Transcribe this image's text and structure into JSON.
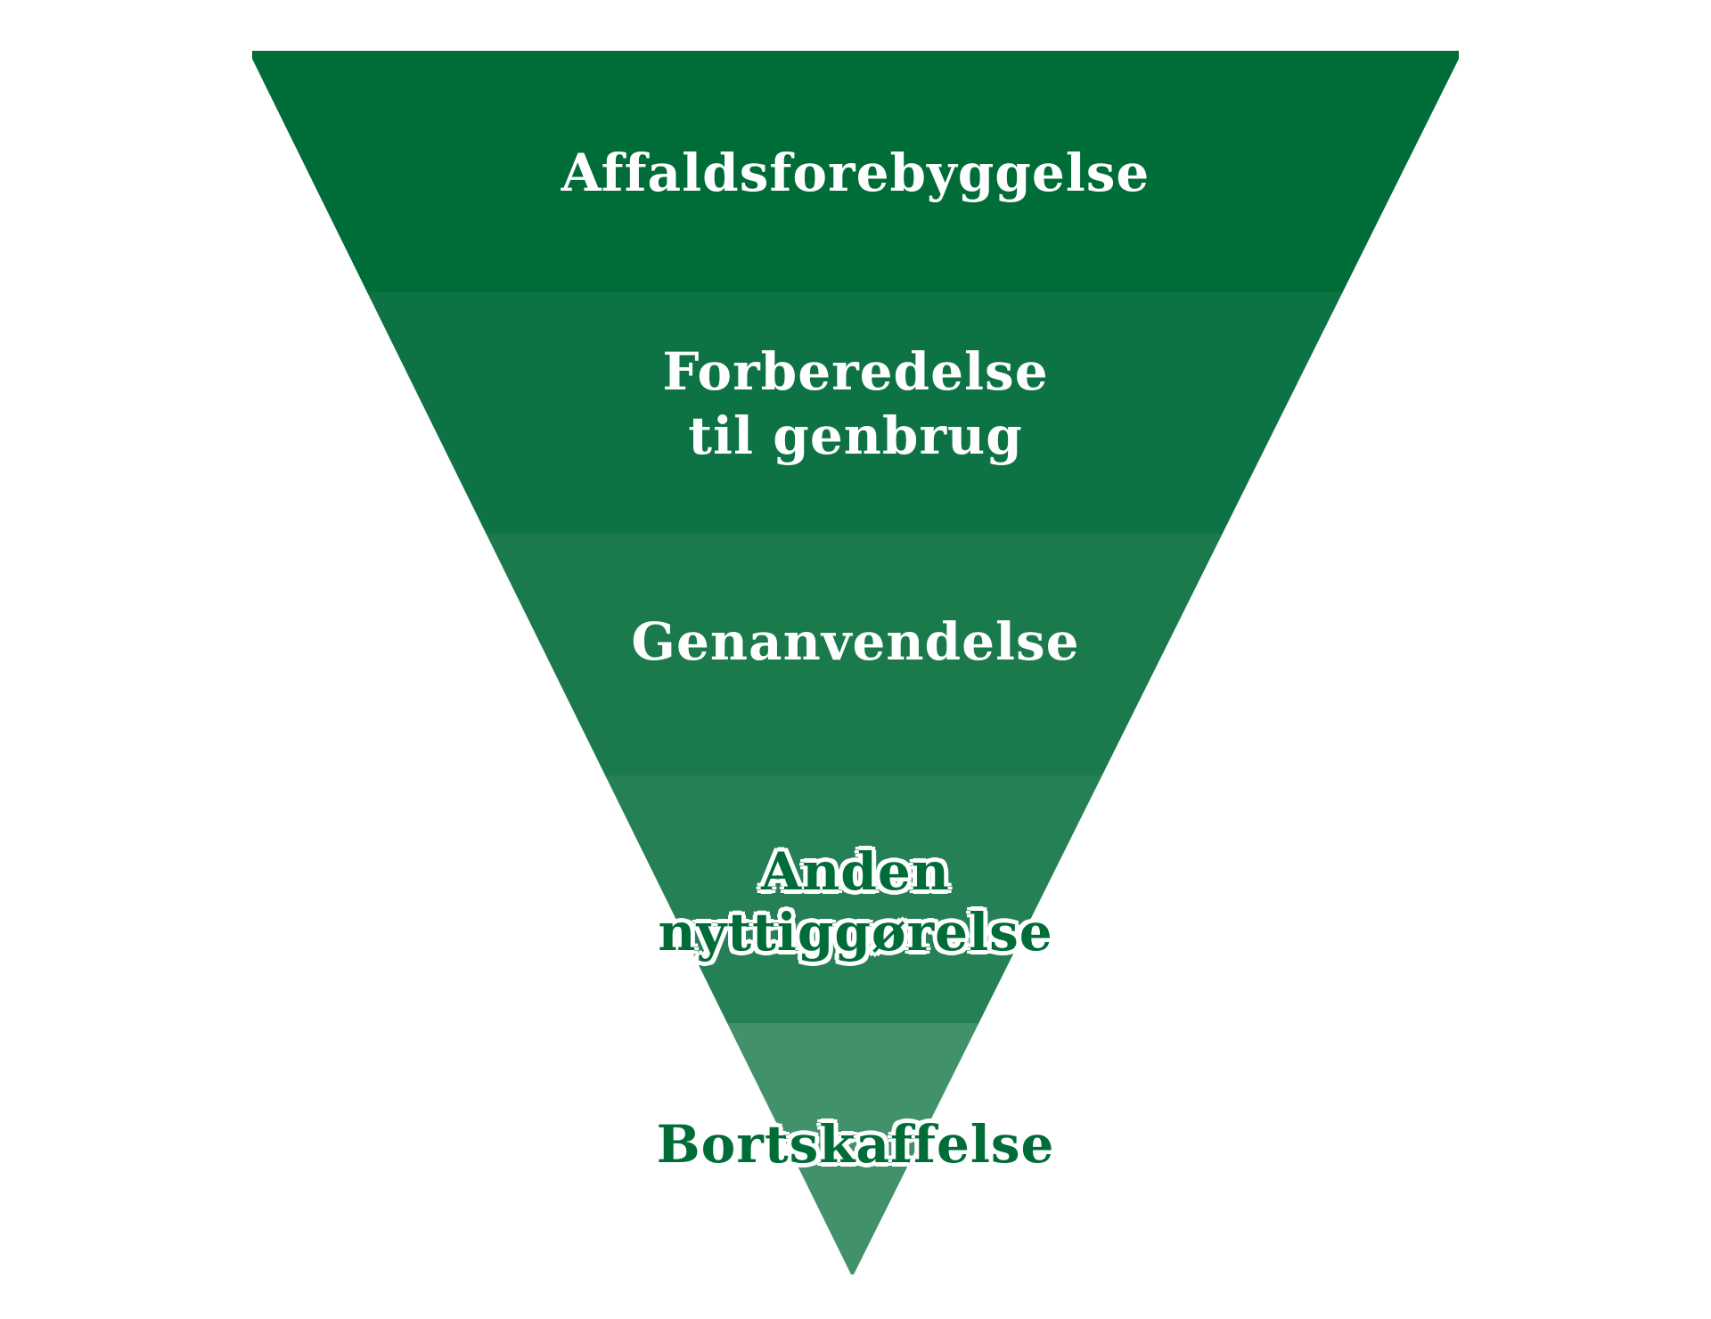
{
  "diagram": {
    "type": "inverted-pyramid",
    "title": "",
    "levels": [
      {
        "label": "Affaldsforebyggelse",
        "lines": [
          "Affaldsforebyggelse"
        ],
        "color": "#006d38",
        "text_color": "#ffffff"
      },
      {
        "label": "Forberedelse til genbrug",
        "lines": [
          "Forberedelse",
          "til genbrug"
        ],
        "color": "#0e7344",
        "text_color": "#ffffff"
      },
      {
        "label": "Genanvendelse",
        "lines": [
          "Genanvendelse"
        ],
        "color": "#1a7a4c",
        "text_color": "#ffffff"
      },
      {
        "label": "Anden nyttiggørelse",
        "lines": [
          "Anden",
          "nyttiggørelse"
        ],
        "color": "#268055",
        "text_color": "#006d38"
      },
      {
        "label": "Bortskaffelse",
        "lines": [
          "Bortskaffelse"
        ],
        "color": "#41916a",
        "text_color": "#006d38"
      }
    ]
  }
}
